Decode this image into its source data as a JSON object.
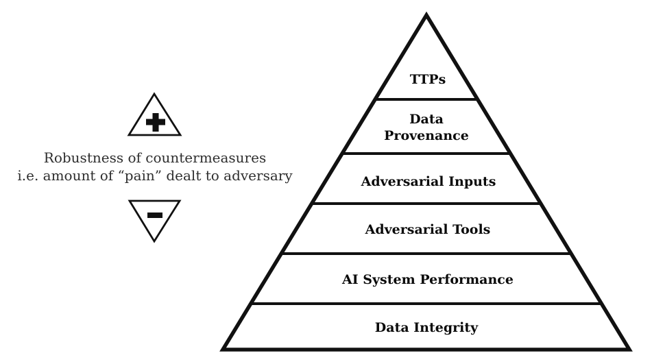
{
  "figure": {
    "title_semantic": "pyramid-of-pain-for-ai-security",
    "annotation": {
      "plus": "+",
      "minus": "−",
      "caption_line1": "Robustness of countermeasures",
      "caption_line2": "i.e. amount of “pain” dealt to adversary"
    },
    "pyramid": {
      "levels": [
        {
          "label": "TTPs"
        },
        {
          "label": "Data Provenance",
          "lines": [
            "Data",
            "Provenance"
          ]
        },
        {
          "label": "Adversarial Inputs"
        },
        {
          "label": "Adversarial Tools"
        },
        {
          "label": "AI System Performance"
        },
        {
          "label": "Data Integrity"
        }
      ]
    }
  },
  "colors": {
    "background": "#ffffff",
    "stroke": "#111111",
    "label_text": "#0a0a0a",
    "caption_text": "#2e2e2e"
  }
}
